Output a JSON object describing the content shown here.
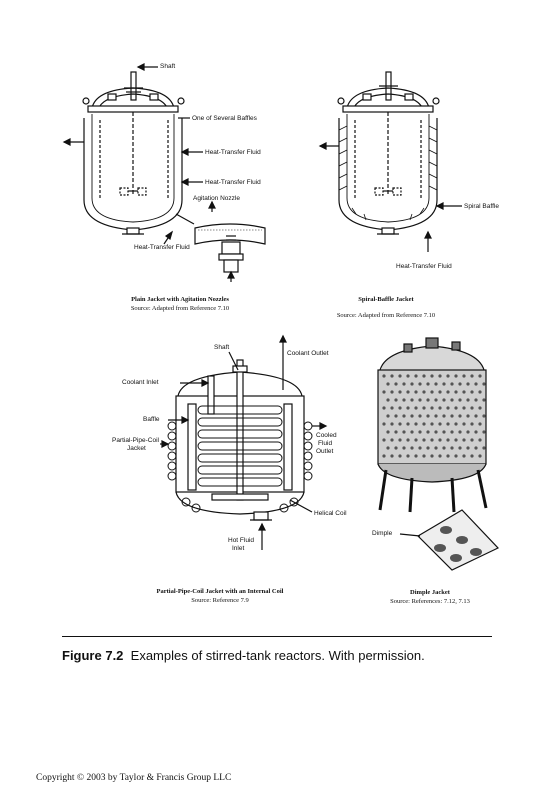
{
  "panels": {
    "plain": {
      "labels": {
        "shaft": "Shaft",
        "baffles": "One of Several Baffles",
        "htf1": "Heat-Transfer Fluid",
        "htf2": "Heat-Transfer Fluid",
        "nozzle": "Agitation Nozzle",
        "htf3": "Heat-Transfer Fluid"
      },
      "title": "Plain Jacket with Agitation Nozzles",
      "source": "Source: Adapted from Reference 7.10"
    },
    "spiral": {
      "labels": {
        "baffle": "Spiral Baffle",
        "htf": "Heat-Transfer Fluid"
      },
      "title": "Spiral-Baffle Jacket",
      "source": "Source: Adapted from Reference 7.10"
    },
    "coil": {
      "labels": {
        "shaft": "Shaft",
        "coolant_outlet": "Coolant Outlet",
        "coolant_inlet": "Coolant Inlet",
        "baffle": "Baffle",
        "pipe_coil_1": "Partial-Pipe-Coil",
        "pipe_coil_2": "Jacket",
        "cooled_1": "Cooled",
        "cooled_2": "Fluid",
        "cooled_3": "Outlet",
        "helical": "Helical Coil",
        "hot_1": "Hot Fluid",
        "hot_2": "Inlet"
      },
      "title": "Partial-Pipe-Coil Jacket with an Internal Coil",
      "source": "Source: Reference 7.9"
    },
    "dimple": {
      "labels": {
        "dimple": "Dimple"
      },
      "title": "Dimple Jacket",
      "source": "Source: References: 7.12, 7.13"
    }
  },
  "figure": {
    "label": "Figure 7.2",
    "caption": "Examples of stirred-tank reactors. With permission."
  },
  "footer": {
    "copyright": "Copyright © 2003 by Taylor & Francis Group LLC"
  }
}
